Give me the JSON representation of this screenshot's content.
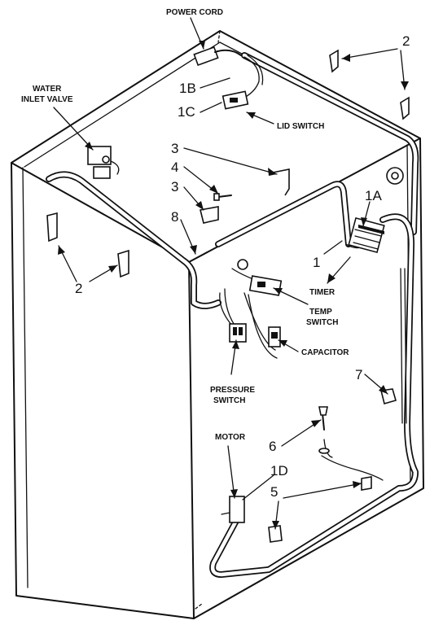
{
  "diagram": {
    "callouts": {
      "power_cord": "POWER CORD",
      "water_inlet_valve_1": "WATER",
      "water_inlet_valve_2": "INLET VALVE",
      "lid_switch": "LID SWITCH",
      "timer": "TIMER",
      "temp_switch_1": "TEMP",
      "temp_switch_2": "SWITCH",
      "capacitor": "CAPACITOR",
      "pressure_switch_1": "PRESSURE",
      "pressure_switch_2": "SWITCH",
      "motor": "MOTOR"
    },
    "part_numbers": {
      "n2_top": "2",
      "n1b": "1B",
      "n1c": "1C",
      "n3_a": "3",
      "n4": "4",
      "n3_b": "3",
      "n1a": "1A",
      "n8": "8",
      "n1": "1",
      "n2_left": "2",
      "n7": "7",
      "n6": "6",
      "n1d": "1D",
      "n5": "5"
    }
  }
}
